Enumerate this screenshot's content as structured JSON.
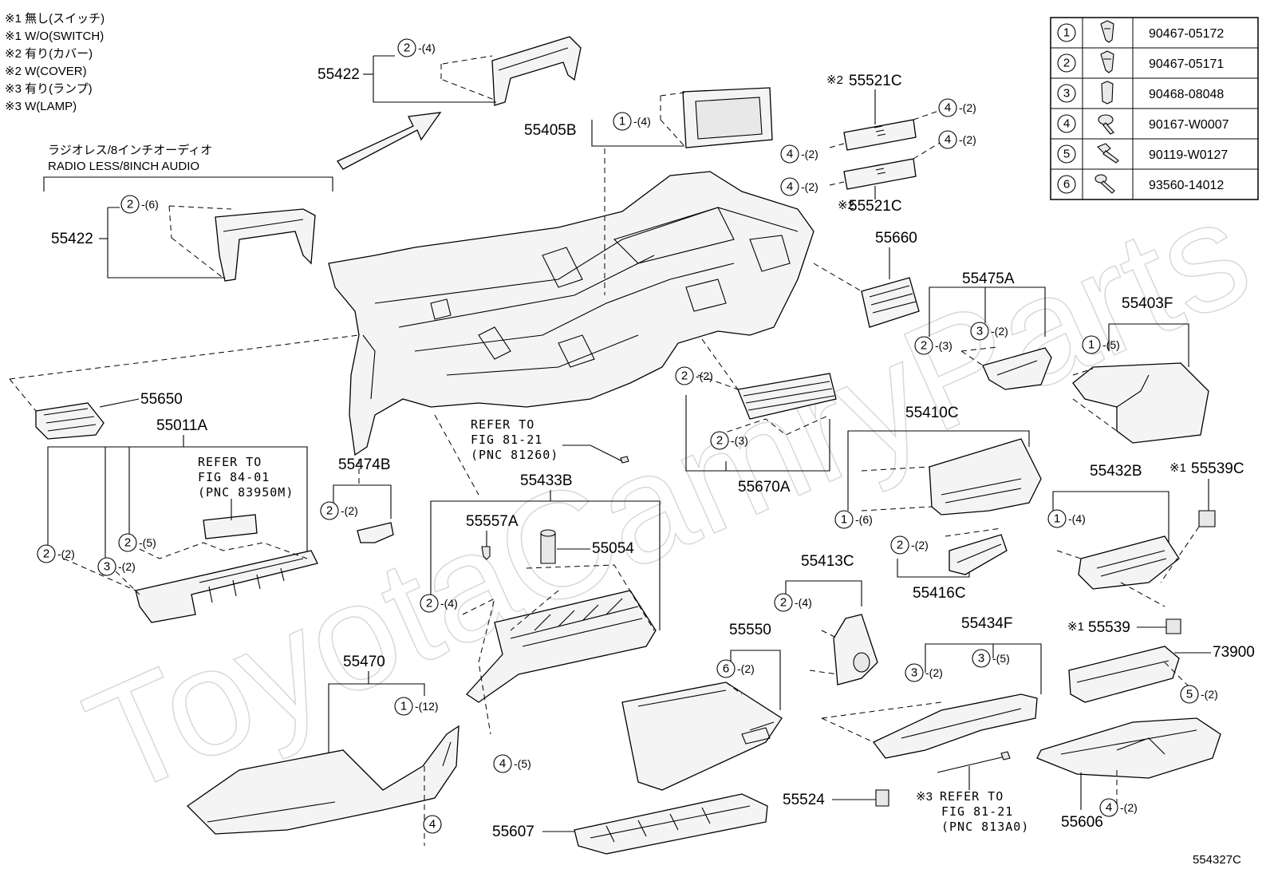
{
  "notes": [
    "※1 無し(スイッチ)",
    "※1 W/O(SWITCH)",
    "※2 有り(カバー)",
    "※2 W(COVER)",
    "※3 有り(ランプ)",
    "※3 W(LAMP)"
  ],
  "radio_note_jp": "ラジオレス/8インチオーディオ",
  "radio_note_en": "RADIO LESS/8INCH AUDIO",
  "fastener_table": [
    {
      "no": "1",
      "icon": "clip-icon",
      "part": "90467-05172"
    },
    {
      "no": "2",
      "icon": "clip-icon",
      "part": "90467-05171"
    },
    {
      "no": "3",
      "icon": "clip-icon",
      "part": "90468-08048"
    },
    {
      "no": "4",
      "icon": "screw-icon",
      "part": "90167-W0007"
    },
    {
      "no": "5",
      "icon": "bolt-icon",
      "part": "90119-W0127"
    },
    {
      "no": "6",
      "icon": "screw-icon",
      "part": "93560-14012"
    }
  ],
  "parts": {
    "p55422_top": "55422",
    "p55422_left": "55422",
    "p55405B": "55405B",
    "p55521C_top": "55521C",
    "p55521C_bot": "55521C",
    "p55660": "55660",
    "p55475A": "55475A",
    "p55403F": "55403F",
    "p55650": "55650",
    "p55011A": "55011A",
    "p55474B": "55474B",
    "p55433B": "55433B",
    "p55557A": "55557A",
    "p55054": "55054",
    "p55670A": "55670A",
    "p55410C": "55410C",
    "p55432B": "55432B",
    "p55539C": "55539C",
    "p55539": "55539",
    "p55413C": "55413C",
    "p55416C": "55416C",
    "p55550": "55550",
    "p55434F": "55434F",
    "p73900": "73900",
    "p55470": "55470",
    "p55607": "55607",
    "p55524": "55524",
    "p55606": "55606"
  },
  "marks": {
    "m1": "※1",
    "m2": "※2",
    "m3": "※3"
  },
  "refs": {
    "ref1": [
      "REFER TO",
      "FIG 84-01",
      "(PNC 83950M)"
    ],
    "ref2": [
      "REFER TO",
      "FIG 81-21",
      "(PNC 81260)"
    ],
    "ref3": [
      "REFER TO",
      "FIG 81-21",
      "(PNC 813A0)"
    ]
  },
  "callouts": {
    "c55422t": {
      "n": "2",
      "q": "-(4)"
    },
    "c55405B": {
      "n": "1",
      "q": "-(4)"
    },
    "c55521a_r": {
      "n": "4",
      "q": "-(2)"
    },
    "c55521a_l": {
      "n": "4",
      "q": "-(2)"
    },
    "c55521b_r": {
      "n": "4",
      "q": "-(2)"
    },
    "c55521b_l": {
      "n": "4",
      "q": "-(2)"
    },
    "c55422l": {
      "n": "2",
      "q": "-(6)"
    },
    "c55475a2": {
      "n": "2",
      "q": "-(3)"
    },
    "c55475a3": {
      "n": "3",
      "q": "-(2)"
    },
    "c55403F": {
      "n": "1",
      "q": "-(5)"
    },
    "c55670a_t": {
      "n": "2",
      "q": "-(2)"
    },
    "c55670a_b": {
      "n": "2",
      "q": "-(3)"
    },
    "c55410C": {
      "n": "1",
      "q": "-(6)"
    },
    "c55474B": {
      "n": "2",
      "q": "-(2)"
    },
    "c55011a_5": {
      "n": "2",
      "q": "-(5)"
    },
    "c55011a_2": {
      "n": "2",
      "q": "-(2)"
    },
    "c55011a_3": {
      "n": "3",
      "q": "-(2)"
    },
    "c55433B": {
      "n": "2",
      "q": "-(4)"
    },
    "c55432B": {
      "n": "1",
      "q": "-(4)"
    },
    "c55416C": {
      "n": "2",
      "q": "-(2)"
    },
    "c55413C": {
      "n": "2",
      "q": "-(4)"
    },
    "c55550": {
      "n": "6",
      "q": "-(2)"
    },
    "c55434f_3a": {
      "n": "3",
      "q": "-(2)"
    },
    "c55434f_3b": {
      "n": "3",
      "q": "-(5)"
    },
    "c73900": {
      "n": "5",
      "q": "-(2)"
    },
    "c55470": {
      "n": "1",
      "q": "-(12)"
    },
    "c55470b": {
      "n": "4",
      "q": ""
    },
    "c55433b_4": {
      "n": "4",
      "q": "-(5)"
    },
    "c55606": {
      "n": "4",
      "q": "-(2)"
    }
  },
  "watermark": "ToyotaCamryParts",
  "figure_id": "554327C"
}
